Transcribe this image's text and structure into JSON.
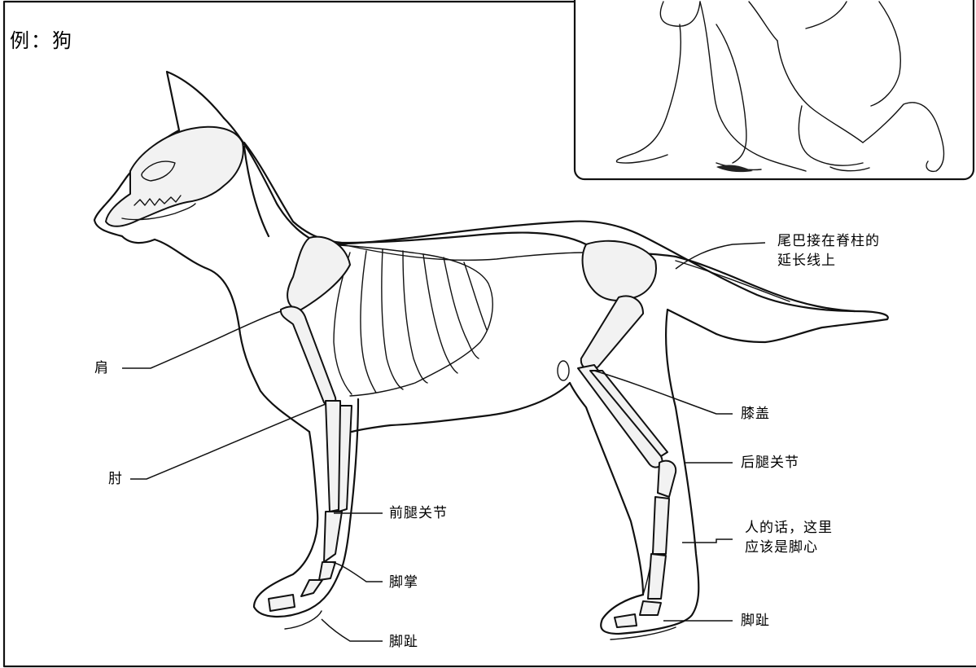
{
  "title": "例：狗",
  "labels": {
    "tail": [
      "尾巴接在脊柱的",
      "延长线上"
    ],
    "shoulder": "肩",
    "elbow": "肘",
    "knee": "膝盖",
    "hind_joint": "后腿关节",
    "front_joint": "前腿关节",
    "human_note": [
      "人的话，这里",
      "应该是脚心"
    ],
    "palm": "脚掌",
    "toe_front": "脚趾",
    "toe_hind": "脚趾"
  },
  "icons": {
    "main": "dog-skeleton-illustration",
    "inset": "crouching-human-illustration"
  }
}
